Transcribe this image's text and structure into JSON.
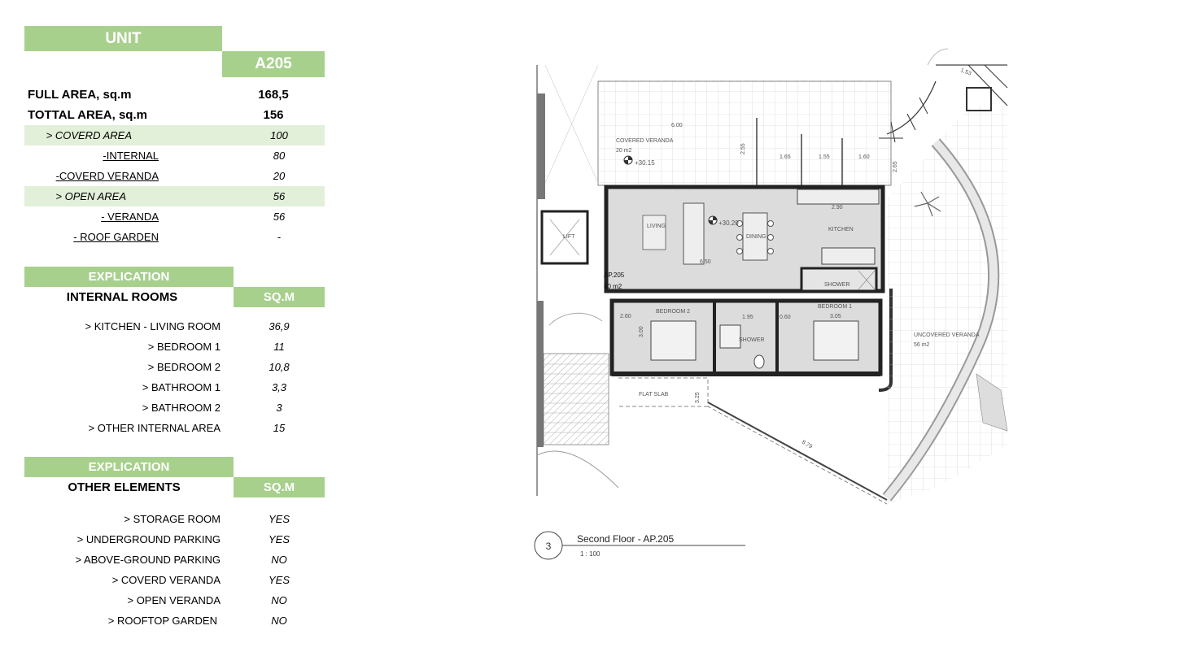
{
  "unit": {
    "header": "UNIT",
    "code": "A205",
    "full_area_label": "FULL AREA, sq.m",
    "full_area_value": "168,5",
    "total_area_label": "TOTTAL AREA, sq.m",
    "total_area_value": "156",
    "rows": [
      {
        "label": "> COVERD AREA",
        "value": "100"
      },
      {
        "label": "-INTERNAL",
        "value": "80"
      },
      {
        "label": "-COVERD VERANDA",
        "value": "20"
      },
      {
        "label": "> OPEN AREA",
        "value": "56"
      },
      {
        "label": "- VERANDA",
        "value": "56"
      },
      {
        "label": "- ROOF GARDEN",
        "value": "-"
      }
    ]
  },
  "internal": {
    "header": "EXPLICATION",
    "title": "INTERNAL ROOMS",
    "unit": "SQ.M",
    "rows": [
      {
        "label": "> KITCHEN - LIVING ROOM",
        "value": "36,9"
      },
      {
        "label": "> BEDROOM 1",
        "value": "11"
      },
      {
        "label": "> BEDROOM 2",
        "value": "10,8"
      },
      {
        "label": "> BATHROOM 1",
        "value": "3,3"
      },
      {
        "label": "> BATHROOM 2",
        "value": "3"
      },
      {
        "label": "> OTHER INTERNAL AREA",
        "value": "15"
      }
    ]
  },
  "other": {
    "header": "EXPLICATION",
    "title": "OTHER ELEMENTS",
    "unit": "SQ.M",
    "rows": [
      {
        "label": "> STORAGE ROOM",
        "value": "YES"
      },
      {
        "label": "> UNDERGROUND PARKING",
        "value": "YES"
      },
      {
        "label": "> ABOVE-GROUND PARKING",
        "value": "NO"
      },
      {
        "label": "> COVERD VERANDA",
        "value": "YES"
      },
      {
        "label": "> OPEN VERANDA",
        "value": "NO"
      },
      {
        "label": "> ROOFTOP GARDEN",
        "value": "NO"
      }
    ]
  },
  "plan": {
    "covered_veranda": "COVERED VERANDA",
    "covered_veranda_area": "20 m2",
    "level_1": "+30.15",
    "level_2": "+30.20",
    "living": "LIVING",
    "dining": "DINING",
    "kitchen": "KITCHEN",
    "shower_1": "SHOWER",
    "shower_2": "SHOWER",
    "bedroom_1": "BEDROOM 1",
    "bedroom_2": "BEDROOM 2",
    "lift": "LIFT",
    "apartment": "AP.205",
    "apartment_area": "80 m2",
    "uncovered_veranda": "UNCOVERED VERANDA",
    "uncovered_veranda_area": "56 m2",
    "flat_slab": "FLAT SLAB",
    "dims": [
      "6.00",
      "1.65",
      "1.55",
      "1.60",
      "2.55",
      "2.65",
      "2.90",
      "6.50",
      "1.95",
      "0.60",
      "3.05",
      "3.00",
      "2.60",
      "3.25",
      "8.79",
      "1.53"
    ],
    "caption_number": "3",
    "caption_title": "Second Floor - AP.205",
    "caption_scale": "1 : 100"
  },
  "colors": {
    "green_band": "#a8d08d",
    "green_light": "#e2efd9"
  }
}
